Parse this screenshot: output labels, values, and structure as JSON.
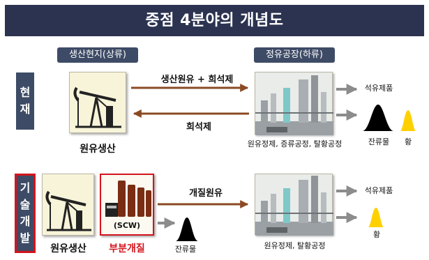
{
  "title": "중점 4분야의 개념도",
  "headers": {
    "upstream": "생산현지(상류)",
    "downstream": "정유공장(하류)"
  },
  "row_labels": {
    "current": [
      "현",
      "재"
    ],
    "tech": [
      "기",
      "술",
      "개",
      "발"
    ]
  },
  "current": {
    "forward_flow": "생산원유 + 희석제",
    "return_flow": "희석제",
    "source_caption": "원유생산",
    "refinery_caption": "원유정제, 증류공정, 탈황공정",
    "product": "석유제품",
    "residue": "잔류물",
    "sulfur": "황"
  },
  "tech": {
    "source_caption": "원유생산",
    "upgrade_caption": "부분개질",
    "upgrade_unit": "(SCW)",
    "residue": "잔류물",
    "flow": "개질원유",
    "refinery_caption": "원유정제, 탈황공정",
    "product": "석유제품",
    "sulfur": "황"
  },
  "colors": {
    "title_bg": "#2b3350",
    "label_bg": "#3e4b66",
    "flow_arrow": "#8b4a24",
    "gray_arrow": "#8c8c8c",
    "highlight_red": "#d3141d",
    "sulfur_yellow": "#ffd000"
  }
}
